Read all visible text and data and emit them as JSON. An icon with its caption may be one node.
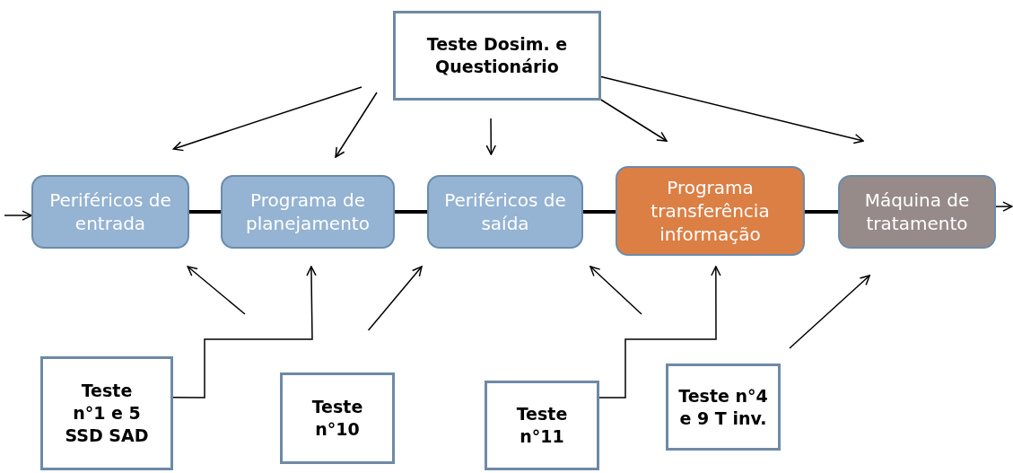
{
  "diagram": {
    "nodes": [
      {
        "text": [
          "Teste Dosim. e Questionário"
        ]
      },
      {
        "text": [
          "Periféricos de entrada"
        ]
      },
      {
        "text": [
          "Programa de planejamento"
        ]
      },
      {
        "text": [
          "Periféricos de saída"
        ]
      },
      {
        "text": [
          "Programa transferência informação"
        ]
      },
      {
        "text": [
          "Máquina de tratamento"
        ]
      },
      {
        "text": [
          "Teste n°1 e 5 SSD SAD"
        ]
      },
      {
        "text": [
          "Teste n°10"
        ]
      },
      {
        "text": [
          "Teste n°11"
        ]
      },
      {
        "text": [
          "Teste n°4 e 9 T inv."
        ]
      }
    ],
    "edges": [
      {
        "from": null,
        "to": 1,
        "arrow": "to"
      },
      {
        "from": 1,
        "to": 2,
        "arrow": "none",
        "style": "thick"
      },
      {
        "from": 2,
        "to": 3,
        "arrow": "none",
        "style": "thick"
      },
      {
        "from": 3,
        "to": 4,
        "arrow": "none",
        "style": "thick"
      },
      {
        "from": 4,
        "to": 5,
        "arrow": "none",
        "style": "thick"
      },
      {
        "from": 5,
        "to": null,
        "arrow": "to"
      },
      {
        "from": 0,
        "to": 1,
        "arrow": "to"
      },
      {
        "from": 0,
        "to": 2,
        "arrow": "to"
      },
      {
        "from": 0,
        "to": 3,
        "arrow": "to"
      },
      {
        "from": 0,
        "to": 4,
        "arrow": "to"
      },
      {
        "from": 0,
        "to": 5,
        "arrow": "to"
      },
      {
        "from": null,
        "to": 1,
        "arrow": "to"
      },
      {
        "from": 6,
        "to": 2,
        "arrow": "to"
      },
      {
        "from": 7,
        "to": 3,
        "arrow": "to"
      },
      {
        "from": null,
        "to": 3,
        "arrow": "to"
      },
      {
        "from": 8,
        "to": 4,
        "arrow": "to"
      },
      {
        "from": 9,
        "to": 5,
        "arrow": "to"
      }
    ]
  }
}
